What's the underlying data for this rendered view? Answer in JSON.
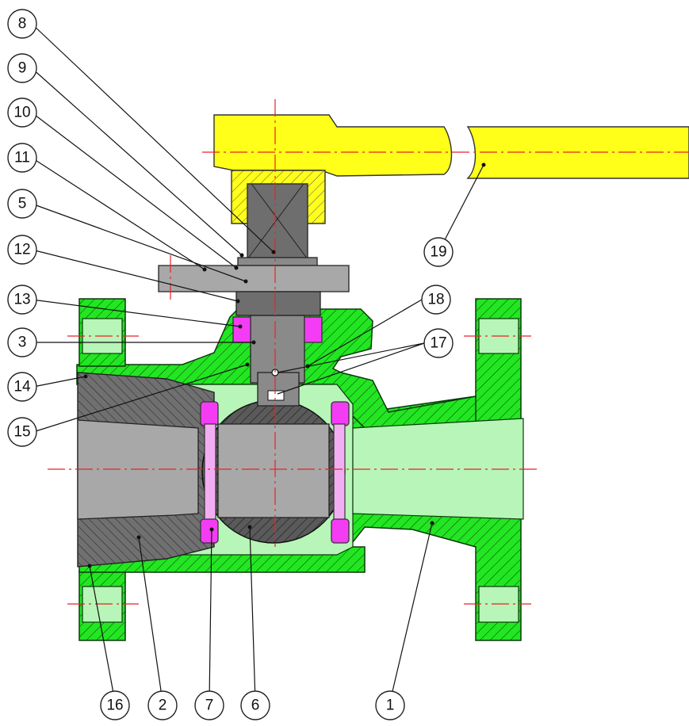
{
  "diagram": {
    "callouts": [
      {
        "id": "c8",
        "label": "8"
      },
      {
        "id": "c9",
        "label": "9"
      },
      {
        "id": "c10",
        "label": "10"
      },
      {
        "id": "c11",
        "label": "11"
      },
      {
        "id": "c5",
        "label": "5"
      },
      {
        "id": "c12",
        "label": "12"
      },
      {
        "id": "c13",
        "label": "13"
      },
      {
        "id": "c3",
        "label": "3"
      },
      {
        "id": "c14",
        "label": "14"
      },
      {
        "id": "c15",
        "label": "15"
      },
      {
        "id": "c19",
        "label": "19"
      },
      {
        "id": "c18",
        "label": "18"
      },
      {
        "id": "c17",
        "label": "17"
      },
      {
        "id": "c16",
        "label": "16"
      },
      {
        "id": "c2",
        "label": "2"
      },
      {
        "id": "c7",
        "label": "7"
      },
      {
        "id": "c6",
        "label": "6"
      },
      {
        "id": "c1",
        "label": "1"
      }
    ],
    "colors": {
      "body": "#22e622",
      "body_light": "#b8f5b8",
      "handle": "#ffff1a",
      "seat": "#f53cf5",
      "steel": "#8a8a8a",
      "centerline": "#e8232a"
    }
  }
}
